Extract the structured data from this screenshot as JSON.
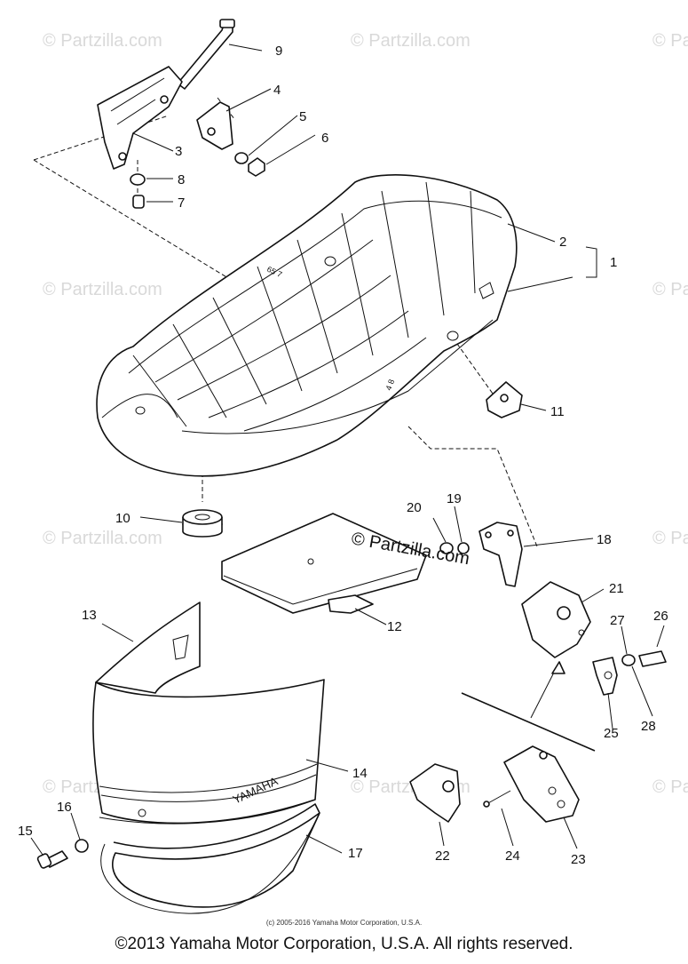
{
  "watermark_text": "© Partzilla.com",
  "center_watermark": "© Partzilla.com",
  "small_copyright": "(c) 2005-2016 Yamaha Motor Corporation, U.S.A.",
  "copyright": "©2013 Yamaha Motor Corporation, U.S.A. All rights reserved.",
  "side_cover_text": "YAMAHA",
  "callouts": {
    "c1": "1",
    "c2": "2",
    "c3": "3",
    "c4": "4",
    "c5": "5",
    "c6": "6",
    "c7": "7",
    "c8": "8",
    "c9": "9",
    "c10": "10",
    "c11": "11",
    "c12": "12",
    "c13": "13",
    "c14": "14",
    "c15": "15",
    "c16": "16",
    "c17": "17",
    "c18": "18",
    "c19": "19",
    "c20": "20",
    "c21": "21",
    "c22": "22",
    "c23": "23",
    "c24": "24",
    "c25": "25",
    "c26": "26",
    "c27": "27",
    "c28": "28"
  }
}
